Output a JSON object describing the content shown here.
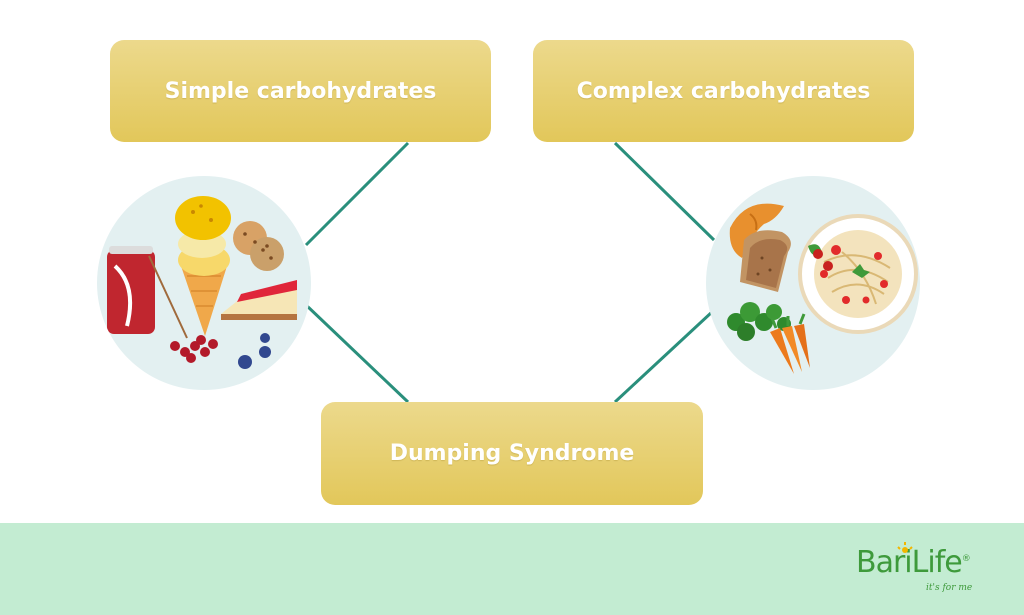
{
  "diagram": {
    "nodes": [
      {
        "id": "simple",
        "label": "Simple carbohydrates"
      },
      {
        "id": "complex",
        "label": "Complex carbohydrates"
      },
      {
        "id": "dumping",
        "label": "Dumping Syndrome"
      }
    ],
    "edges": [
      {
        "from": "simple",
        "to": "food-simple"
      },
      {
        "from": "food-simple",
        "to": "dumping"
      },
      {
        "from": "complex",
        "to": "food-complex"
      },
      {
        "from": "food-complex",
        "to": "dumping"
      }
    ],
    "colors": {
      "box": "#e2c75a",
      "box_text": "#ffffff",
      "connector": "#2a8f7c",
      "circle": "#e3f0f1",
      "footer": "#c3ecd2"
    }
  },
  "brand": {
    "name_bari": "Bari",
    "name_life": "Life",
    "tagline": "it's for me",
    "registered": "®",
    "color": "#3e9a3b"
  },
  "icons": [
    "soda-can-icon",
    "ice-cream-cone-icon",
    "cookie-icon",
    "cheesecake-icon",
    "red-berries-icon",
    "blueberries-icon",
    "croissant-icon",
    "bread-slice-icon",
    "pasta-plate-icon",
    "broccoli-icon",
    "carrots-icon"
  ]
}
